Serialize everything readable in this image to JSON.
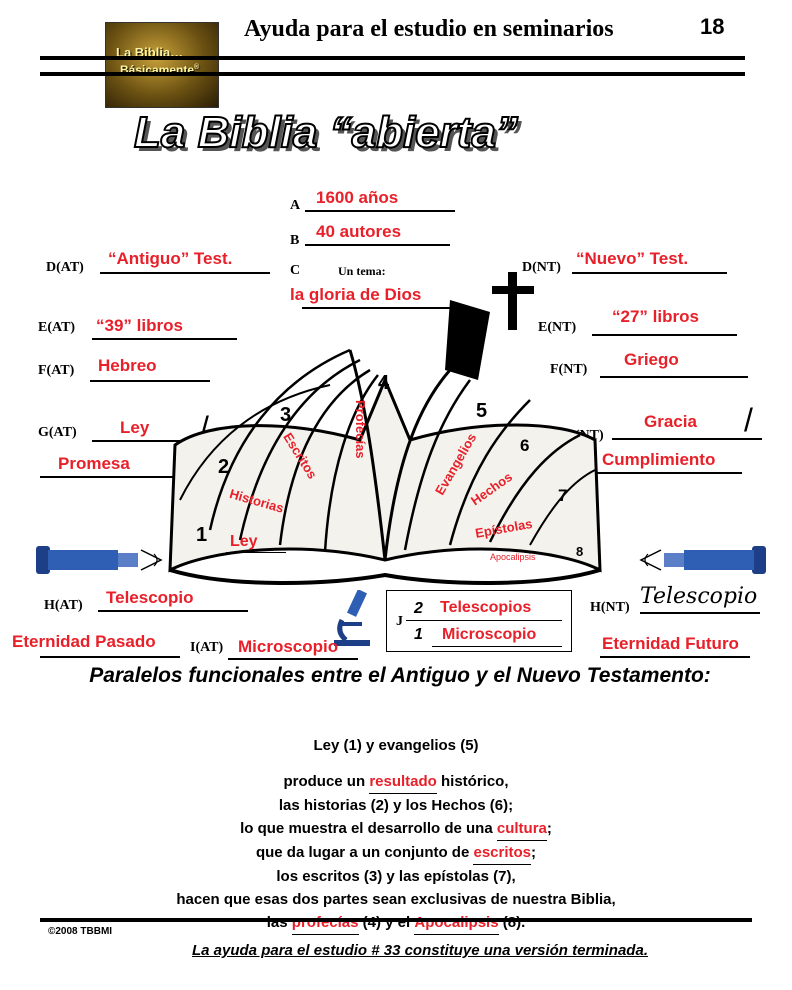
{
  "header": {
    "title": "Ayuda para el estudio en seminarios",
    "page_number": "18",
    "logo_line1": "La Biblia…",
    "logo_line2": "Básicamente",
    "logo_mark": "®"
  },
  "main_title": "La Biblia “abierta”",
  "fields": {
    "A": {
      "label": "A",
      "answer": "1600 años"
    },
    "B": {
      "label": "B",
      "answer": "40 autores"
    },
    "C": {
      "label": "C",
      "prefix": "Un tema:",
      "answer": "la gloria de Dios"
    },
    "D_AT": {
      "label": "D(AT)",
      "answer": "“Antiguo” Test."
    },
    "D_NT": {
      "label": "D(NT)",
      "answer": "“Nuevo” Test."
    },
    "E_AT": {
      "label": "E(AT)",
      "answer": "“39” libros"
    },
    "E_NT": {
      "label": "E(NT)",
      "answer": "“27” libros"
    },
    "F_AT": {
      "label": "F(AT)",
      "answer": "Hebreo"
    },
    "F_NT": {
      "label": "F(NT)",
      "answer": "Griego"
    },
    "G_AT": {
      "label": "G(AT)",
      "answer1": "Ley",
      "answer2": "Promesa"
    },
    "G_NT": {
      "label": "G(NT)",
      "answer1": "Gracia",
      "answer2": "Cumplimiento"
    },
    "H_AT": {
      "label": "H(AT)",
      "answer": "Telescopio",
      "answer2": "Eternidad Pasado"
    },
    "H_NT": {
      "label": "H(NT)",
      "handwritten": "Telescopio",
      "answer2": "Eternidad Futuro"
    },
    "I_AT": {
      "label": "I(AT)",
      "answer": "Microscopio"
    },
    "J": {
      "label": "J",
      "num1": "2",
      "answer1": "Telescopios",
      "num2": "1",
      "answer2": "Microscopio"
    }
  },
  "book_sections": [
    {
      "num": "1",
      "name": "Ley"
    },
    {
      "num": "2",
      "name": "Historias"
    },
    {
      "num": "3",
      "name": "Escritos"
    },
    {
      "num": "4",
      "name": "Profecías"
    },
    {
      "num": "5",
      "name": "Evangelios"
    },
    {
      "num": "6",
      "name": "Hechos"
    },
    {
      "num": "7",
      "name": "Epístolas"
    },
    {
      "num": "8",
      "name": "Apocalipsis"
    }
  ],
  "subtitle": "Paralelos funcionales entre el Antiguo y el Nuevo Testamento:",
  "lead": "Ley (1) y evangelios (5)",
  "paragraph": {
    "l1a": "produce un ",
    "l1b": "resultado",
    "l1c": " histórico,",
    "l2": "las historias  (2) y los Hechos (6);",
    "l3a": "lo que muestra el desarrollo de una  ",
    "l3b": "cultura",
    "l3c": ";",
    "l4a": "que da lugar a un conjunto de  ",
    "l4b": "escritos",
    "l4c": ";",
    "l5": "los escritos (3) y  las epístolas (7),",
    "l6": "hacen que esas dos partes sean exclusivas de nuestra Biblia,",
    "l7a": "las ",
    "l7b": "profecías",
    "l7c": " (4) y el  ",
    "l7d": "Apocalipsis",
    "l7e": " (8)."
  },
  "copyright": "©2008 TBBMI",
  "footer": "La ayuda para el estudio # 33 constituye una versión terminada."
}
